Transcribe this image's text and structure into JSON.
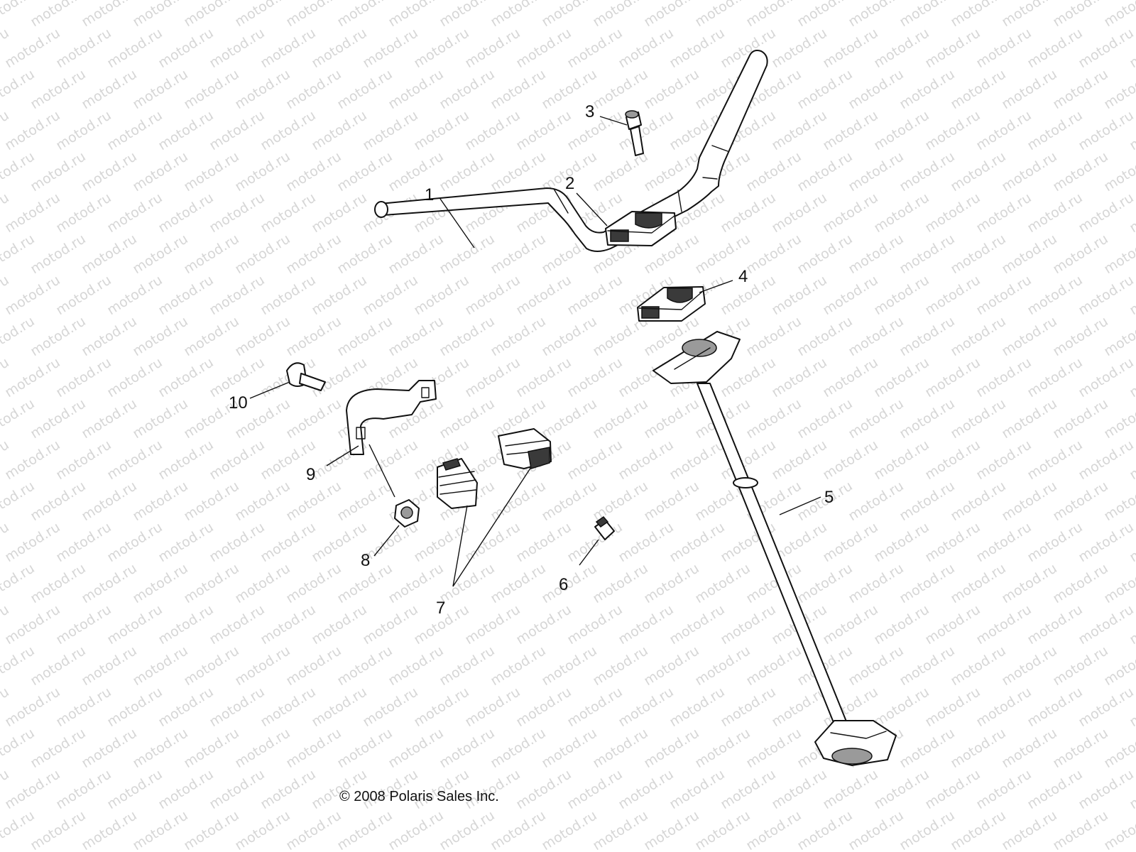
{
  "watermark": {
    "text": "motod.ru",
    "color": "#d6d6d6"
  },
  "copyright": "© 2008 Polaris Sales Inc.",
  "callouts": [
    {
      "id": "1",
      "label": "1",
      "part": "handlebar"
    },
    {
      "id": "2",
      "label": "2",
      "part": "upper-clamp"
    },
    {
      "id": "3",
      "label": "3",
      "part": "clamp-bolt"
    },
    {
      "id": "4",
      "label": "4",
      "part": "lower-clamp"
    },
    {
      "id": "5",
      "label": "5",
      "part": "steering-post"
    },
    {
      "id": "6",
      "label": "6",
      "part": "grease-fitting"
    },
    {
      "id": "7",
      "label": "7",
      "part": "bushings"
    },
    {
      "id": "8",
      "label": "8",
      "part": "nut"
    },
    {
      "id": "9",
      "label": "9",
      "part": "bushing-strap"
    },
    {
      "id": "10",
      "label": "10",
      "part": "carriage-bolt"
    }
  ]
}
